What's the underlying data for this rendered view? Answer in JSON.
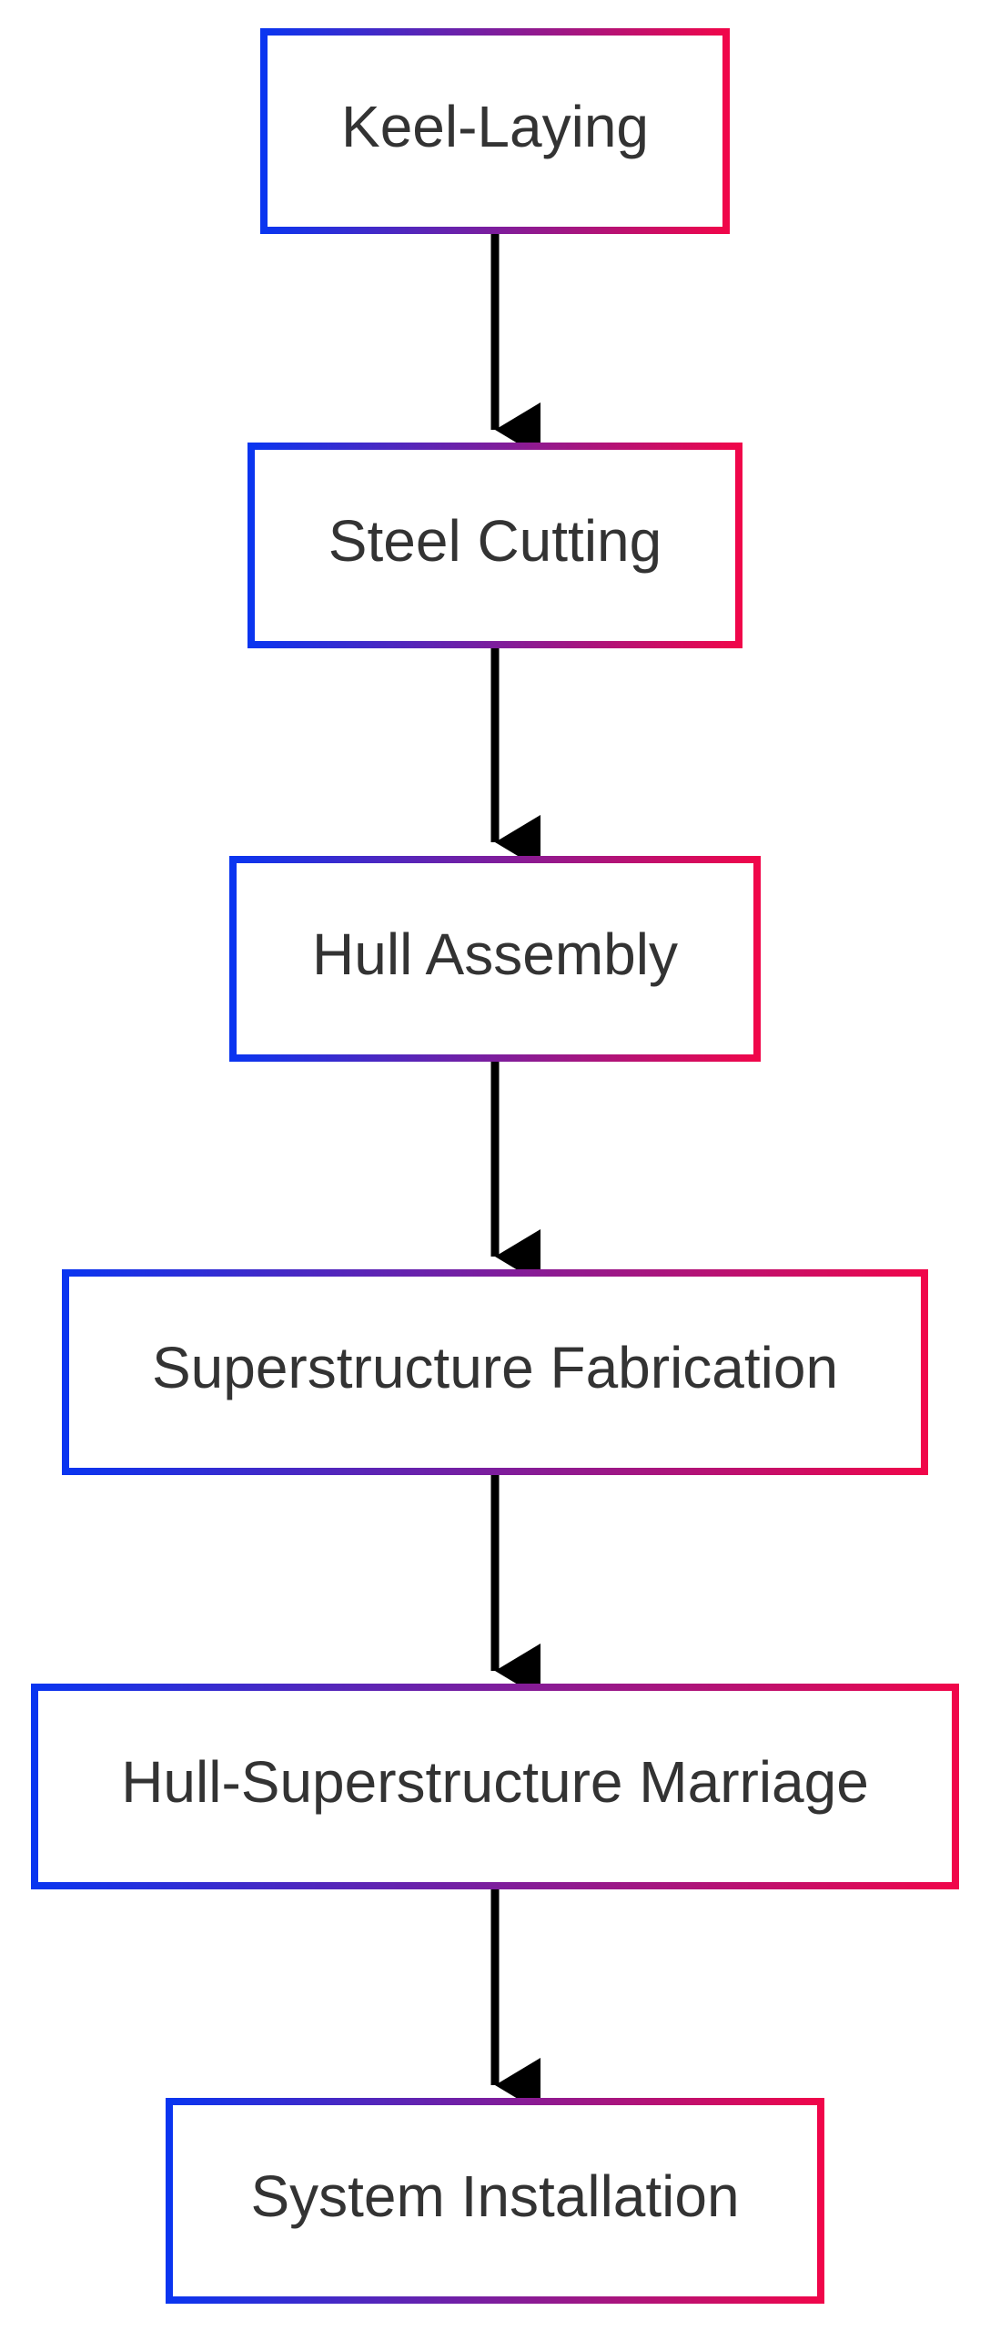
{
  "flowchart": {
    "direction": "top-to-bottom",
    "nodes": [
      {
        "id": "keel",
        "label": "Keel-Laying"
      },
      {
        "id": "steel",
        "label": "Steel Cutting"
      },
      {
        "id": "hull",
        "label": "Hull Assembly"
      },
      {
        "id": "super",
        "label": "Superstructure Fabrication"
      },
      {
        "id": "marriage",
        "label": "Hull-Superstructure Marriage"
      },
      {
        "id": "systems",
        "label": "System Installation"
      }
    ],
    "edges": [
      {
        "from": "keel",
        "to": "steel"
      },
      {
        "from": "steel",
        "to": "hull"
      },
      {
        "from": "hull",
        "to": "super"
      },
      {
        "from": "super",
        "to": "marriage"
      },
      {
        "from": "marriage",
        "to": "systems"
      }
    ]
  },
  "style": {
    "border_gradient_start": "#0a35f0",
    "border_gradient_end": "#f0064a",
    "node_fill": "#ffffff",
    "text_color": "#333333",
    "arrow_color": "#000000"
  }
}
